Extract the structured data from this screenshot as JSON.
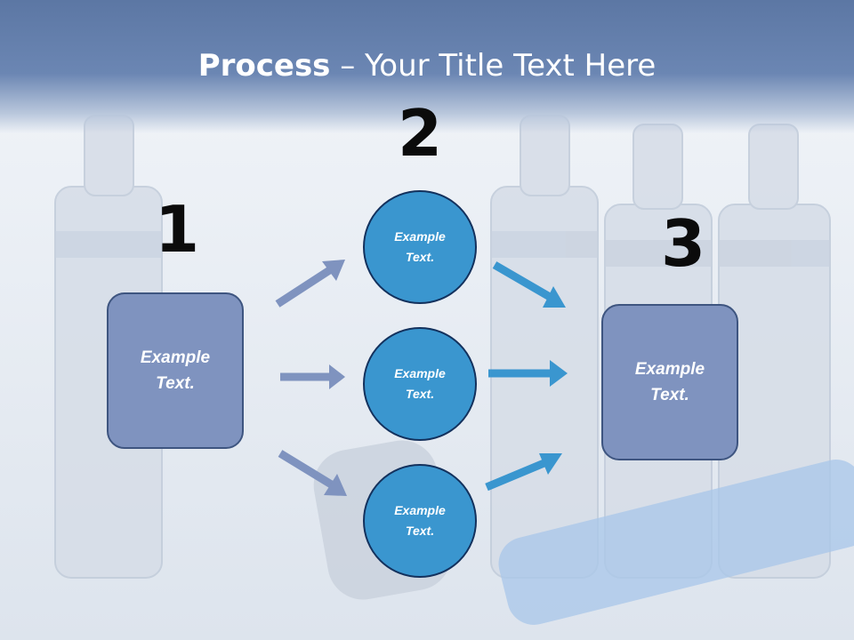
{
  "title": {
    "bold": "Process",
    "rest": " – Your Title Text Here"
  },
  "steps": {
    "one": "1",
    "two": "2",
    "three": "3"
  },
  "boxes": {
    "left": "Example\nText.",
    "right": "Example\nText."
  },
  "circles": {
    "top": "Example\nText.",
    "middle": "Example\nText.",
    "bottom": "Example\nText."
  },
  "colors": {
    "title_bar": "#6b86b3",
    "box_fill": "#7f93bf",
    "circle_fill": "#3a96cf",
    "arrow_left": "#7f93bf",
    "arrow_right": "#3a96cf"
  }
}
